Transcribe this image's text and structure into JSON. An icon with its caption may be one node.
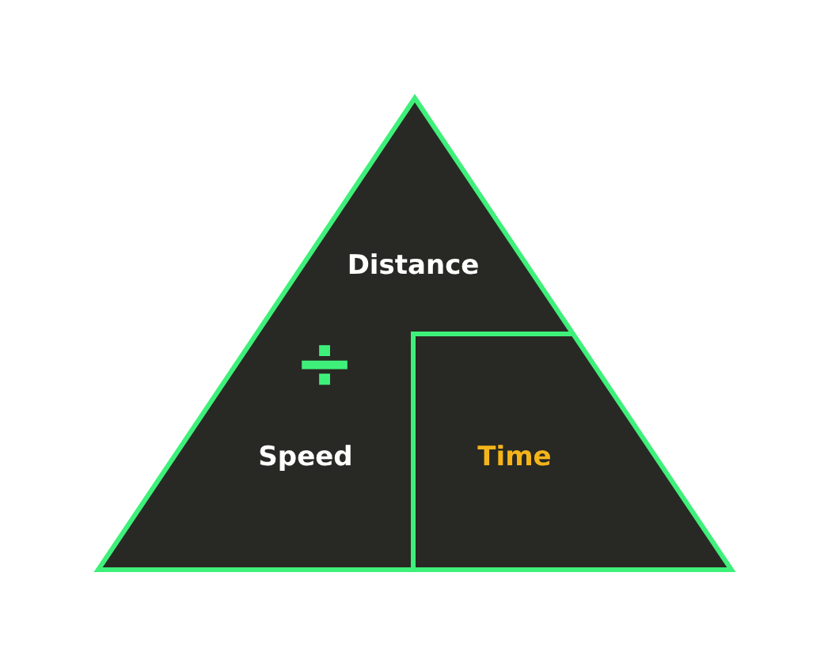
{
  "diagram": {
    "nodes": [
      {
        "text": [
          "Distance"
        ]
      },
      {
        "text": [
          "Speed"
        ]
      },
      {
        "text": [
          "Time"
        ]
      }
    ],
    "labels": [
      "÷"
    ]
  }
}
